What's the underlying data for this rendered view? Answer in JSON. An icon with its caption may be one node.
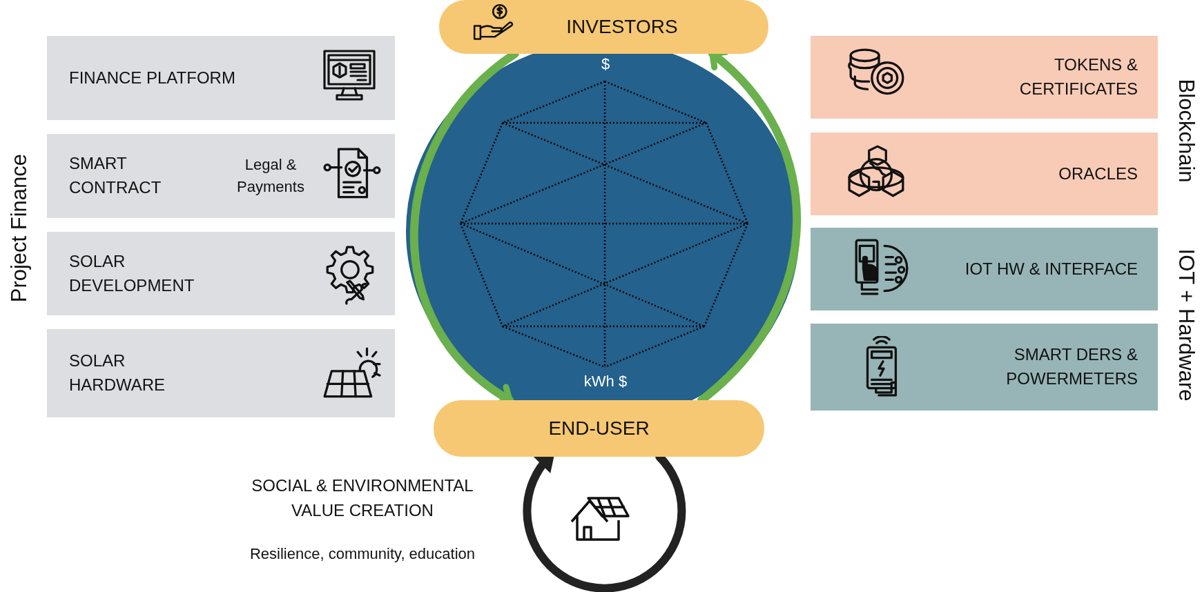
{
  "diagram": {
    "nodes": [
      {
        "text": [
          "INVESTORS"
        ]
      },
      {
        "text": [
          "FINANCE PLATFORM"
        ]
      },
      {
        "text": [
          "TOKENS & CERTIFICATES"
        ]
      },
      {
        "text": [
          "SMART CONTRACT",
          "Legal & Payments"
        ]
      },
      {
        "text": [
          "ORACLES"
        ]
      },
      {
        "text": [
          "SOLAR DEVELOPMENT"
        ]
      },
      {
        "text": [
          "IOT HW & INTERFACE"
        ]
      },
      {
        "text": [
          "SOLAR HARDWARE"
        ]
      },
      {
        "text": [
          "SMART DERS & POWERMETERS"
        ]
      },
      {
        "text": [
          "END-USER"
        ]
      }
    ],
    "edges": [
      {
        "from": 0,
        "to": 9,
        "arrow": "to"
      },
      {
        "from": 9,
        "to": 0,
        "arrow": "to"
      },
      {
        "from": 9,
        "to": 9,
        "arrow": "to",
        "color": "#222222"
      }
    ],
    "labels": [
      "$",
      "Project Finance",
      "Blockchain",
      "IOT + Hardware",
      "kWh $",
      "SOCIAL & ENVIRONMENTAL VALUE CREATION",
      "Resilience, community, education"
    ]
  }
}
